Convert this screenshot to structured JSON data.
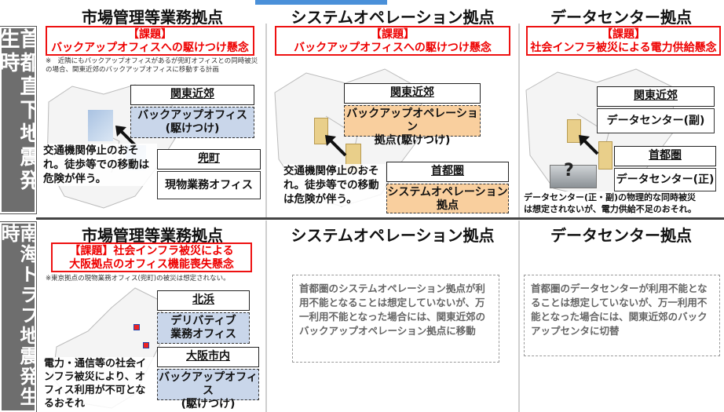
{
  "row_labels": {
    "top": "首都直下地震発生時",
    "bottom": "南海トラフ地震発生時"
  },
  "tokyo": {
    "market": {
      "title": "市場管理等業務拠点",
      "issue_line1": "【課題】",
      "issue_line2": "バックアップオフィスへの駆けつけ懸念",
      "note_line1": "※　近隣にもバックアップオフィスがあるが兜町オフィスとの同時被災",
      "note_line2": "の場合、関東近郊のバックアップオフィスに移動する計画",
      "loc1_name": "関東近郊",
      "loc1_box": "バックアップオフィス\n(駆けつけ)",
      "loc2_name": "兜町",
      "loc2_box": "現物業務オフィス",
      "text": "交通機関停止のおそれ。徒歩等での移動は危険が伴う。"
    },
    "system": {
      "title": "システムオペレーション拠点",
      "issue_line1": "【課題】",
      "issue_line2": "バックアップオフィスへの駆けつけ懸念",
      "loc1_name": "関東近郊",
      "loc1_box": "バックアップオペレーション\n拠点(駆けつけ)",
      "loc2_name": "首都圏",
      "loc2_box": "システムオペレーション\n拠点",
      "text": "交通機関停止のおそれ。徒歩等での移動は危険が伴う。"
    },
    "datacenter": {
      "title": "データセンター拠点",
      "issue_line1": "【課題】",
      "issue_line2": "社会インフラ被災による電力供給懸念",
      "loc1_name": "関東近郊",
      "loc1_box": "データセンター(副)",
      "loc2_name": "首都圏",
      "loc2_box": "データセンター(正)",
      "question": "?",
      "note_line1": "データセンター(正・副)の物理的な同時被災",
      "note_line2": "は想定されないが、電力供給不足のおそれ。"
    }
  },
  "nankai": {
    "market": {
      "title": "市場管理等業務拠点",
      "issue_line1": "【課題】社会インフラ被災による",
      "issue_line2": "大阪拠点のオフィス機能喪失懸念",
      "note": "※東京拠点の現物業務オフィス(兜町)の被災は想定されない。",
      "loc1_name": "北浜",
      "loc1_box": "デリバティブ\n業務オフィス",
      "loc2_name": "大阪市内",
      "loc2_box": "バックアップオフィス\n(駆けつけ)",
      "text": "電力・通信等の社会インフラ被災により、オフィス利用が不可となるおそれ"
    },
    "system": {
      "title": "システムオペレーション拠点",
      "note": "首都圏のシステムオペレーション拠点が利用不能となることは想定していないが、万一利用不能となった場合には、関東近郊のバックアップオペレーション拠点に移動"
    },
    "datacenter": {
      "title": "データセンター拠点",
      "note": "首都圏のデータセンターが利用不能となることは想定していないが、万一利用不能となった場合には、関東近郊のバックアップセンタに切替"
    }
  },
  "colors": {
    "issue_red": "#e11111",
    "side_gray": "#6e6e6e",
    "blue_box": "#c9d6ea",
    "orange_box": "#f9cf9e",
    "accent": "#4a90d9"
  }
}
